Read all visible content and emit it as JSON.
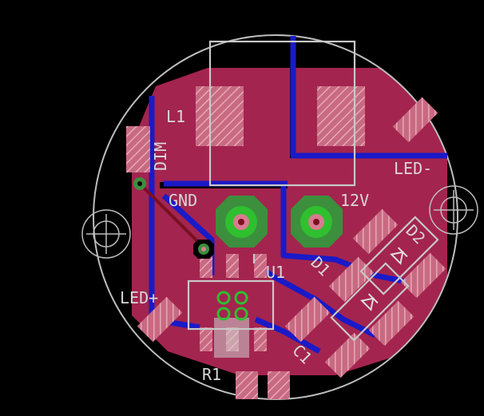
{
  "labels": {
    "l1": "L1",
    "dim": "DIM",
    "led_minus": "LED-",
    "gnd": "GND",
    "v12": "12V",
    "d2": "D2",
    "d1": "D1",
    "u1": "U1",
    "led_plus": "LED+",
    "c1": "C1",
    "r1": "R1"
  },
  "colors": {
    "background": "#000000",
    "copper_top": "#a3244f",
    "trace_bottom": "#1a1ac8",
    "via_ring": "#3c8f3c",
    "pad_green": "#2fbf2f",
    "silkscreen": "#c8c8c8",
    "outline": "#bdbdbd",
    "smd_pad": "#d97a8f"
  },
  "icons": {
    "mounting_hole_left": "crosshair-circle",
    "mounting_hole_right": "crosshair-circle",
    "diode_symbol": "diode-arrow"
  }
}
